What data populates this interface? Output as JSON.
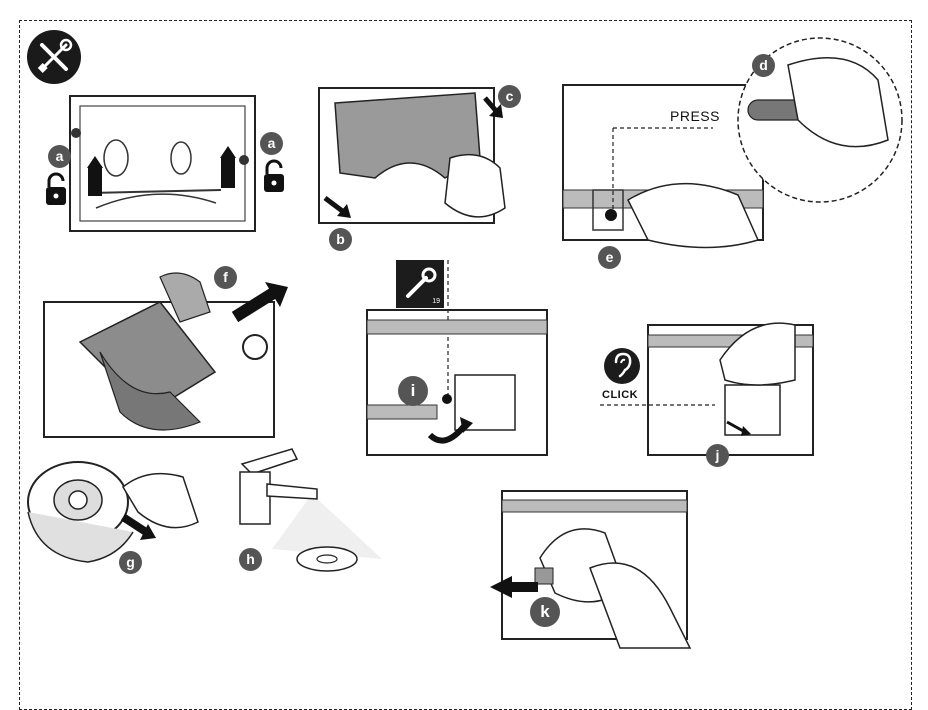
{
  "steps": {
    "a": "a",
    "b": "b",
    "c": "c",
    "d": "d",
    "e": "e",
    "f": "f",
    "g": "g",
    "h": "h",
    "i": "i",
    "j": "j",
    "k": "k"
  },
  "texts": {
    "press": "PRESS",
    "click": "CLICK",
    "wrench_size": "19"
  },
  "icons": {
    "tools": "wrench-screwdriver-icon",
    "lock_open": "padlock-open-icon",
    "wrench": "wrench-icon",
    "ear": "ear-icon"
  },
  "colors": {
    "badge": "#555555",
    "dark": "#1a1a1a",
    "line": "#222222"
  }
}
